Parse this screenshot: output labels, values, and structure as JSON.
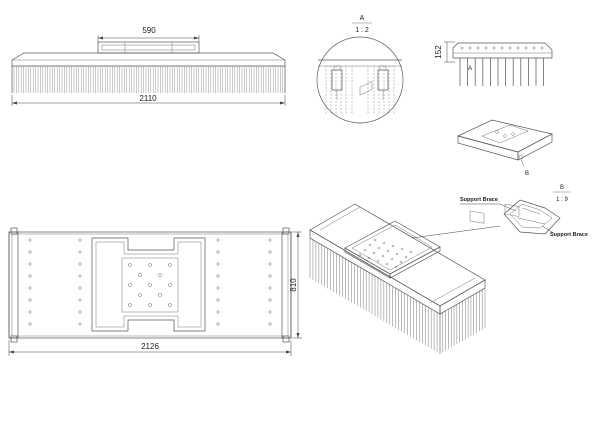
{
  "views": {
    "front": {
      "top_dim": "590",
      "bottom_dim": "2110"
    },
    "detail_a": {
      "letter": "A",
      "scale": "1 : 2"
    },
    "side": {
      "height_dim": "152",
      "marker_a": "A",
      "marker_b": "B"
    },
    "plan": {
      "width_dim": "2126",
      "height_dim": "810"
    },
    "detail_b": {
      "letter": "B",
      "scale": "1 : 9",
      "label_top": "Support Brace",
      "label_bottom": "Support Brace"
    }
  }
}
